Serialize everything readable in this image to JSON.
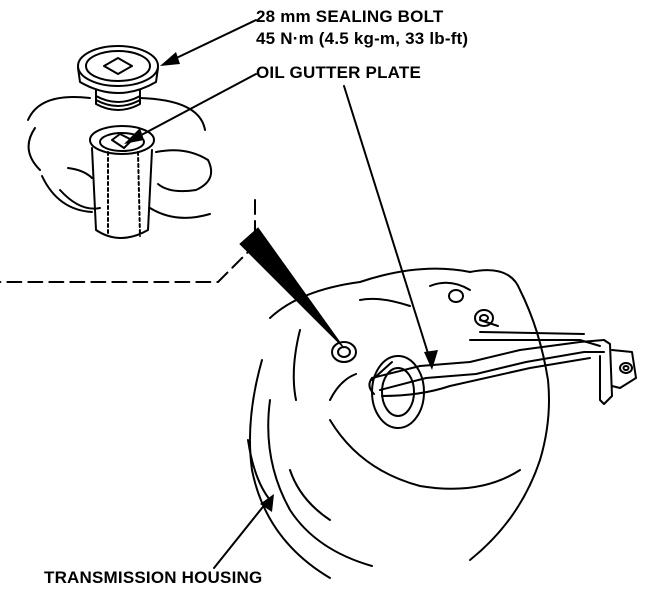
{
  "labels": {
    "sealing_bolt_line1": "28 mm SEALING BOLT",
    "sealing_bolt_line2": "45 N·m (4.5 kg-m, 33 lb-ft)",
    "oil_gutter_plate": "OIL GUTTER PLATE",
    "transmission_housing": "TRANSMISSION HOUSING"
  },
  "colors": {
    "ink": "#000000",
    "paper": "#ffffff"
  }
}
